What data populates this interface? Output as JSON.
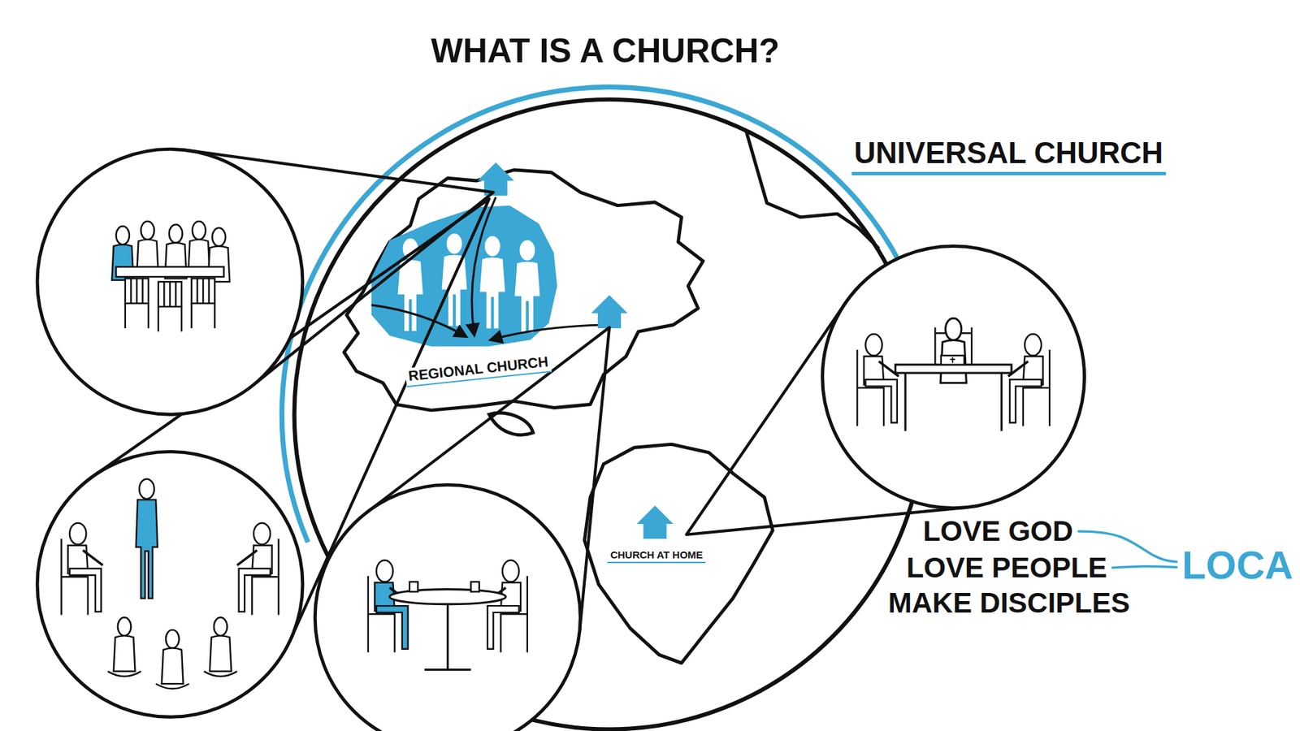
{
  "diagram": {
    "title": "WHAT IS A CHURCH?",
    "labels": [
      "UNIVERSAL CHURCH",
      "REGIONAL CHURCH",
      "CHURCH AT HOME",
      "LOVE GOD",
      "LOVE PEOPLE",
      "MAKE DISCIPLES",
      "LOCA"
    ]
  }
}
